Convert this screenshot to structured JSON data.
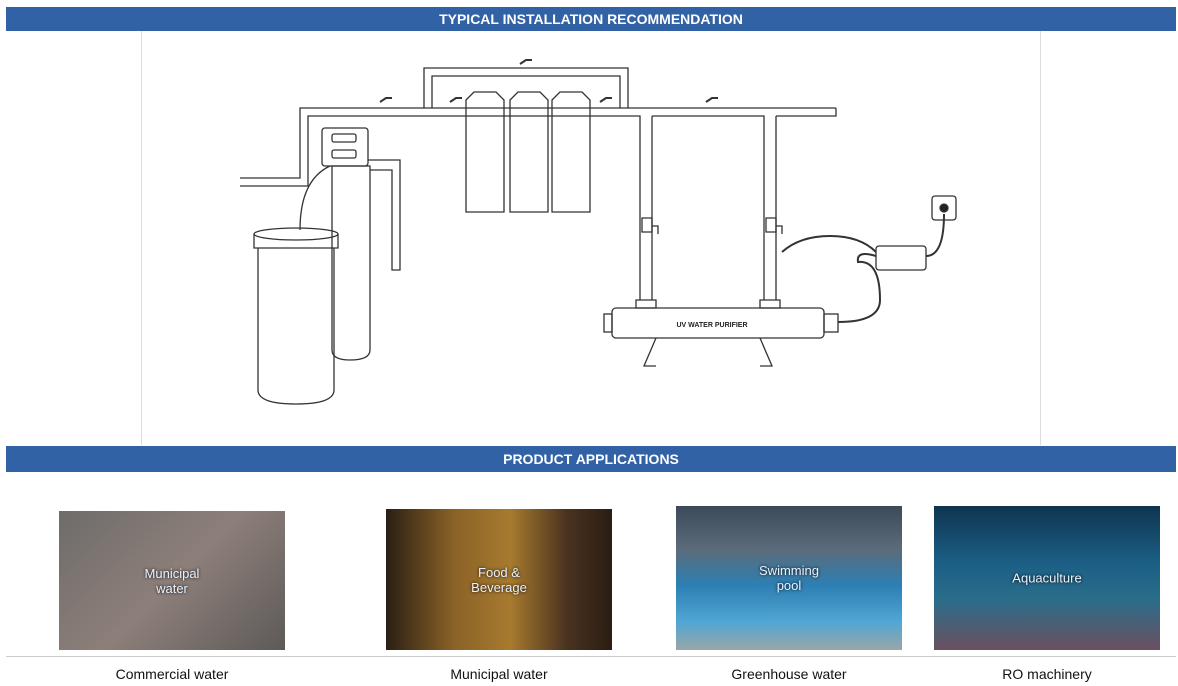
{
  "sections": {
    "installation_title": "TYPICAL INSTALLATION RECOMMENDATION",
    "applications_title": "PRODUCT APPLICATIONS"
  },
  "diagram": {
    "purifier_label": "UV WATER PURIFIER"
  },
  "applications": [
    {
      "overlay": "Municipal\nwater",
      "overlay_lines": [
        "Municipal",
        "water"
      ],
      "caption": "Commercial water"
    },
    {
      "overlay_lines": [
        "Food &",
        "Beverage"
      ],
      "caption": "Municipal water"
    },
    {
      "overlay_lines": [
        "Swimming",
        "pool"
      ],
      "caption": "Greenhouse water"
    },
    {
      "overlay_lines": [
        "Aquaculture"
      ],
      "caption": "RO machinery"
    }
  ],
  "colors": {
    "header_bar": "#3262a6"
  }
}
